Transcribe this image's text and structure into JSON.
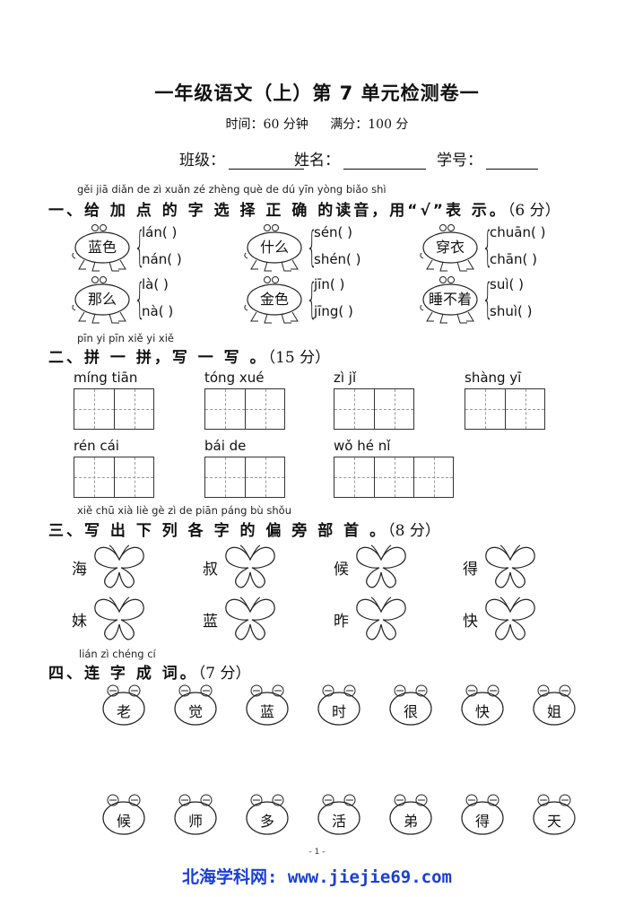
{
  "header": {
    "title": "一年级语文（上）第 7 单元检测卷一",
    "time_label": "时间：60 分钟",
    "score_label": "满分：100 分",
    "class_label": "班级：",
    "name_label": "姓名：",
    "number_label": "学号："
  },
  "section1": {
    "pinyin": "gěi jiā diǎn de  zì  xuǎn zé zhèng què de dú yīn   yòng          biǎo shì",
    "title": "一、给 加 点 的 字 选 择  正  确 的读音，用“√”表 示。",
    "score": "（6 分）",
    "items": [
      {
        "word": "蓝色",
        "opt1": "lán(      )",
        "opt2": "nán(      )"
      },
      {
        "word": "什么",
        "opt1": "sén(      )",
        "opt2": "shén(      )"
      },
      {
        "word": "穿衣",
        "opt1": "chuān(      )",
        "opt2": "chān(      )"
      },
      {
        "word": "那么",
        "opt1": "là(      )",
        "opt2": "nà(      )"
      },
      {
        "word": "金色",
        "opt1": "jīn(      )",
        "opt2": "jīng(      )"
      },
      {
        "word": "睡不着",
        "opt1": "suì(      )",
        "opt2": "shuì(      )"
      }
    ]
  },
  "section2": {
    "pinyin": "pīn yi pīn   xiě yi xiě",
    "title": "二、拼 一 拼，写 一 写 。",
    "score": "（15 分）",
    "words": [
      {
        "py": "míng  tiān",
        "cells": 2
      },
      {
        "py": "tóng  xué",
        "cells": 2
      },
      {
        "py": "zì     jǐ",
        "cells": 2
      },
      {
        "py": "shàng   yī",
        "cells": 2
      },
      {
        "py": "rén   cái",
        "cells": 2
      },
      {
        "py": "bái    de",
        "cells": 2
      },
      {
        "py": "wǒ    hé    nǐ",
        "cells": 3
      }
    ]
  },
  "section3": {
    "pinyin": "xiě chū xià liè gè   zì  de piān páng bù shǒu",
    "title": "三、写 出 下 列 各 字 的  偏   旁  部  首 。",
    "score": "（8 分）",
    "chars": [
      "海",
      "叔",
      "候",
      "得",
      "妹",
      "蓝",
      "昨",
      "快"
    ]
  },
  "section4": {
    "pinyin": "lián  zì  chéng  cí",
    "title": "四、连 字  成  词。",
    "score": "（7 分）",
    "row1": [
      "老",
      "觉",
      "蓝",
      "时",
      "很",
      "快",
      "姐"
    ],
    "row2": [
      "候",
      "师",
      "多",
      "活",
      "弟",
      "得",
      "天"
    ]
  },
  "footer": {
    "page": "- 1 -",
    "site": "北海学科网: www.jiejie69.com"
  }
}
